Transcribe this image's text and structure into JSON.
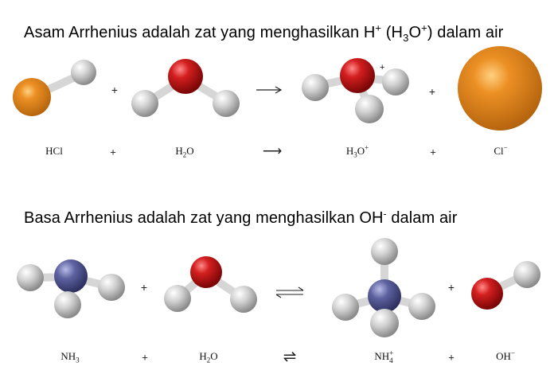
{
  "acid": {
    "heading_main": "Asam Arrhenius adalah zat yang menghasilkan H",
    "heading_sup1": "+",
    "heading_paren_open": " (H",
    "heading_sub3": "3",
    "heading_o": "O",
    "heading_sup2": "+",
    "heading_end": ") dalam air",
    "equation": {
      "reactant1": {
        "base": "HCl"
      },
      "plus1": "+",
      "reactant2": {
        "a": "H",
        "sub": "2",
        "b": "O"
      },
      "arrow": "⟶",
      "product1": {
        "a": "H",
        "sub": "3",
        "b": "O",
        "sup": "+"
      },
      "plus2": "+",
      "product2": {
        "base": "Cl",
        "sup": "−"
      }
    }
  },
  "base": {
    "heading_main": "Basa Arrhenius adalah zat yang menghasilkan OH",
    "heading_sup": "-",
    "heading_end": " dalam air",
    "equation": {
      "reactant1": {
        "a": "NH",
        "sub": "3"
      },
      "plus1": "+",
      "reactant2": {
        "a": "H",
        "sub": "2",
        "b": "O"
      },
      "arrow": "⇌",
      "product1": {
        "a": "NH",
        "sub": "4",
        "sup": "+"
      },
      "plus2": "+",
      "product2": {
        "base": "OH",
        "sup": "−"
      }
    }
  },
  "colors": {
    "chlorine": "#e0841c",
    "oxygen": "#c41a1a",
    "nitrogen": "#5a5f96",
    "hydrogen": "#c9c9c9",
    "bond": "#d4d4d4"
  }
}
